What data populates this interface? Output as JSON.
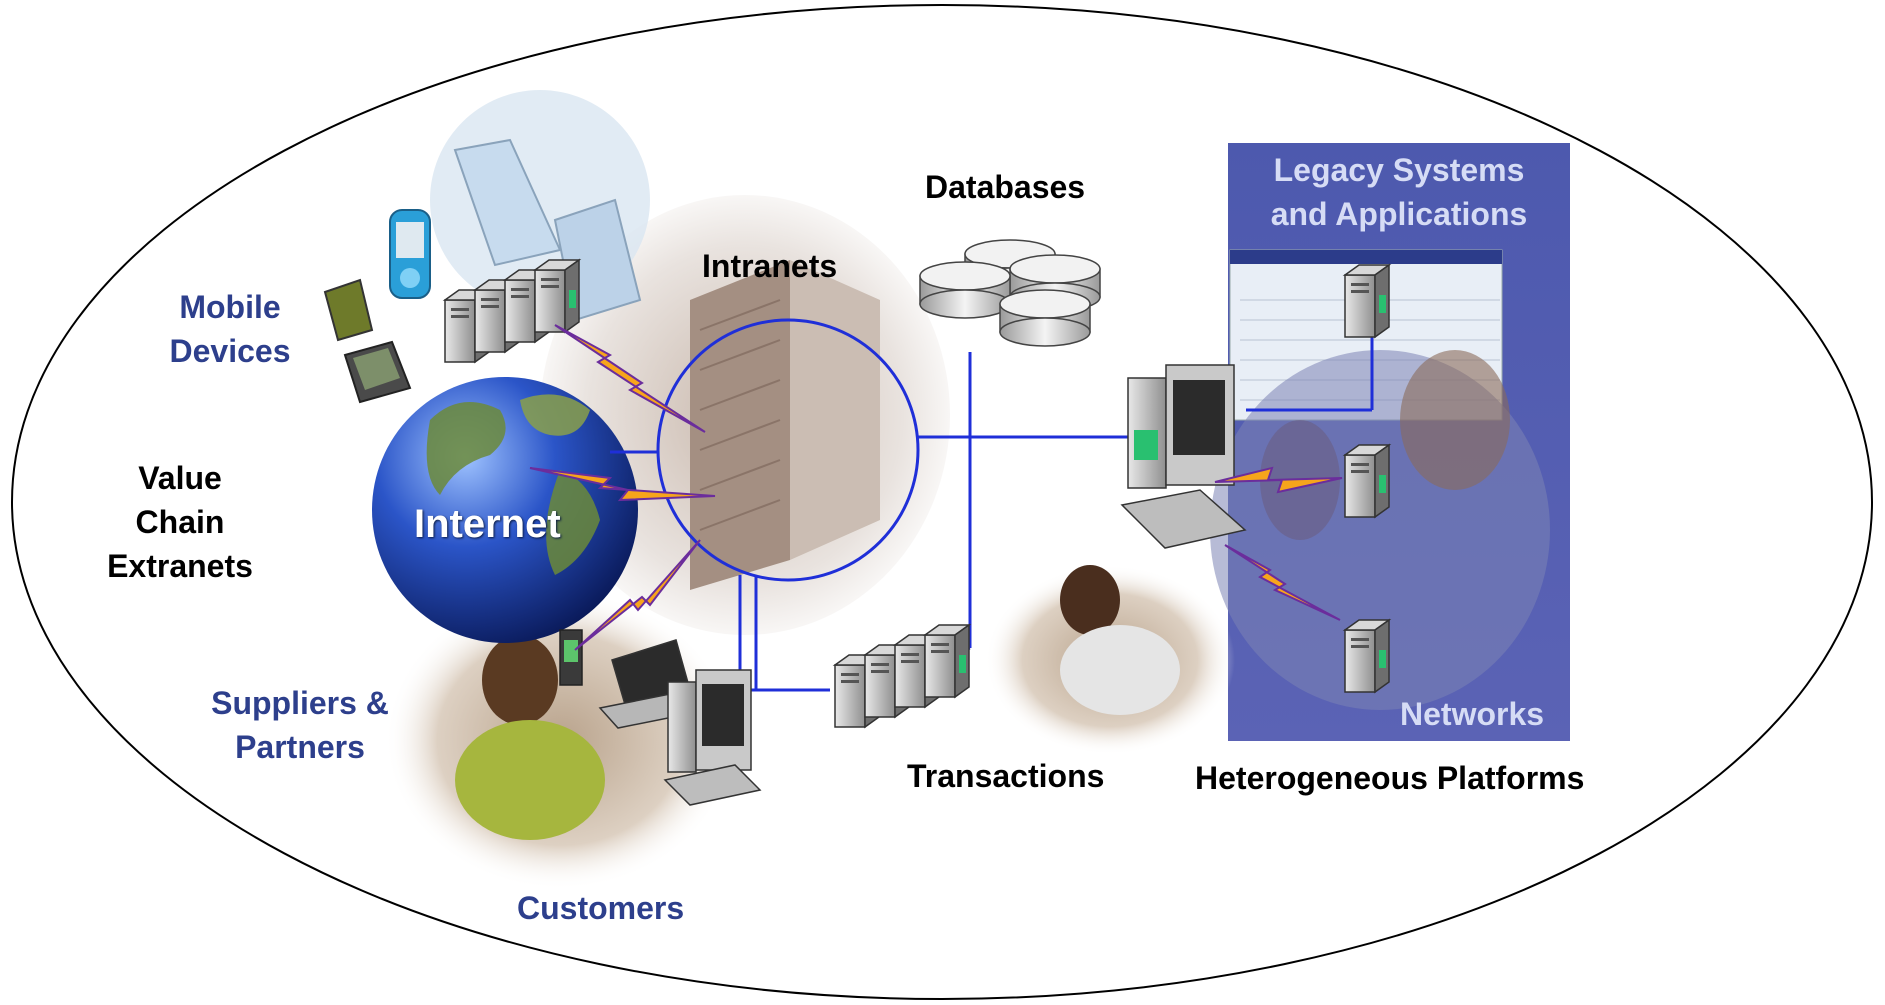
{
  "labels": {
    "mobile_devices": "Mobile\nDevices",
    "value_chain": "Value\nChain\nExtranets",
    "internet": "Internet",
    "intranets": "Intranets",
    "databases": "Databases",
    "legacy": "Legacy Systems\nand Applications",
    "networks": "Networks",
    "suppliers": "Suppliers &\nPartners",
    "customers": "Customers",
    "transactions": "Transactions",
    "heterogeneous": "Heterogeneous Platforms"
  },
  "colors": {
    "label_blue": "#2d3f8c",
    "panel_blue": "#4b56a8",
    "link_blue": "#1f2fd8",
    "lightning": "#f7a51b"
  }
}
